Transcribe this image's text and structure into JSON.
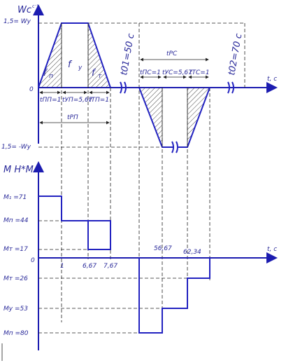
{
  "top": {
    "y_axis_label": "Wc",
    "y_axis_unit": "c⁻¹",
    "pos_label": "1,5= Wy",
    "neg_label": "1,5= -Wy",
    "zero": "0",
    "t_axis": "t, c",
    "f_p": "f",
    "f_p_sub": "п",
    "f_y": "f",
    "f_y_sub": "у",
    "f_t": "f",
    "f_t_sub": "т",
    "t01": "t01=50 c",
    "t02": "t02=70 c",
    "tpc": "tPC",
    "tpp": "tPП",
    "seg_pp": "tПП=1",
    "seg_up": "tУП=5,67",
    "seg_tp": "tТП=1",
    "seg_pc": "tПС=1",
    "seg_uc": "tУС=5,67",
    "seg_tc": "tТС=1"
  },
  "bottom": {
    "y_axis_label": "M H*M",
    "t_axis": "t, c",
    "zero": "0",
    "m1": "M₁ =71",
    "m2": "Mп =44",
    "m3": "Mт =17",
    "m4": "Mт =26",
    "m5": "Mу =53",
    "m6": "Mп =80",
    "tick_1": "1",
    "tick_667": "6,67",
    "tick_767": "7,67",
    "tick_5667": "56,67",
    "tick_6234": "62,34"
  },
  "colors": {
    "trace": "#2222c0",
    "axis": "#1c1cb0",
    "text": "#2a2a9a",
    "grid": "#222222"
  }
}
